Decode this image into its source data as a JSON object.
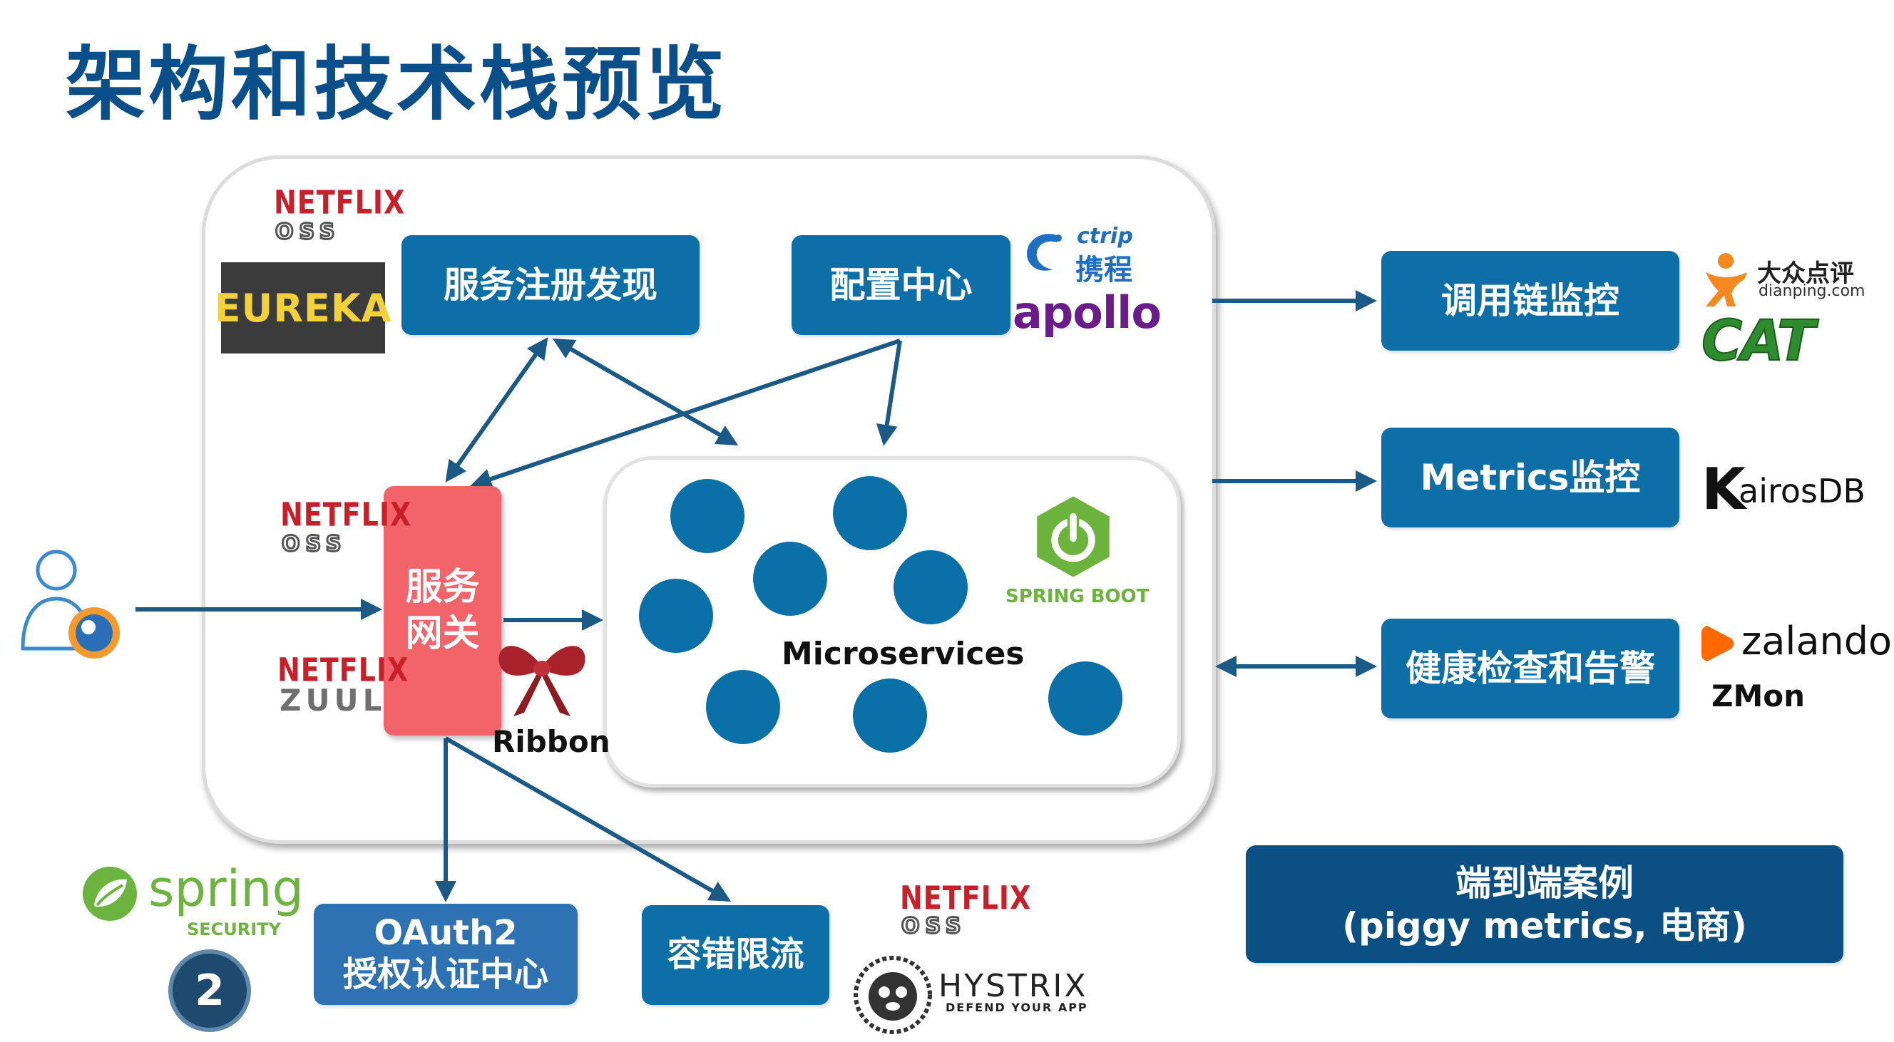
{
  "title": "架构和技术栈预览",
  "boxes": {
    "registry": "服务注册发现",
    "config": "配置中心",
    "gateway": "服务\n网关",
    "tracing": "调用链监控",
    "metrics": "Metrics监控",
    "health": "健康检查和告警",
    "oauth": "OAuth2\n授权认证中心",
    "circuit": "容错限流",
    "case": "端到端案例\n(piggy metrics, 电商)"
  },
  "labels": {
    "microservices": "Microservices",
    "ribbon": "Ribbon",
    "spring_boot": "SPRING BOOT",
    "zmon": "ZMon"
  },
  "logos": {
    "netflix": "NETFLIX",
    "oss": "OSS",
    "eureka": "EUREKA",
    "zuul": "ZUUL",
    "ctrip": "ctrip",
    "ctrip_cn": "携程",
    "apollo": "apollo",
    "dianping_cn": "大众点评",
    "dianping_url": "dianping.com",
    "cat": "CAT",
    "kairos": "airosDB",
    "kairos_k": "K",
    "zalando": "zalando",
    "spring": "spring",
    "security": "SECURITY",
    "oauth_num": "2",
    "hystrix": "HYSTRIX",
    "hystrix_tag": "DEFEND YOUR APP"
  },
  "colors": {
    "title": "#0b4f8a",
    "box_blue": "#0d6ea8",
    "box_navy": "#0c4f82",
    "gateway_red": "#f2636a",
    "arrow": "#1b5a86",
    "dot": "#0b6fa8",
    "netflix_red": "#c8202a"
  }
}
